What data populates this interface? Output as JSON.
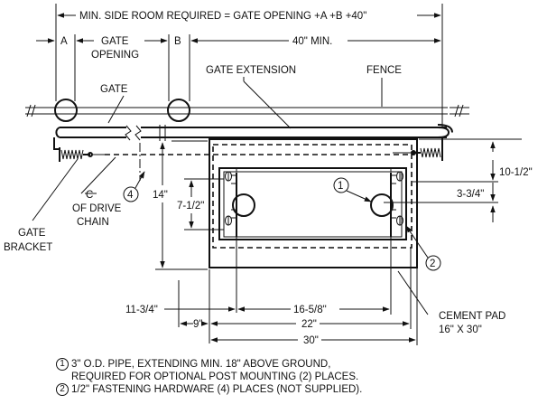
{
  "dimensions": {
    "side_room": "MIN. SIDE ROOM REQUIRED = GATE OPENING +A +B +40\"",
    "min_40": "40\" MIN.",
    "a": "A",
    "b": "B",
    "gate_opening_line1": "GATE",
    "gate_opening_line2": "OPENING",
    "ten_half": "10-1/2\"",
    "three_three_quarter": "3-3/4\"",
    "fourteen": "14\"",
    "seven_half": "7-1/2\"",
    "eleven_three_quarter": "11-3/4\"",
    "sixteen_five_eighth": "16-5/8\"",
    "nine": "9\"",
    "twenty_two": "22\"",
    "thirty": "30\""
  },
  "labels": {
    "gate": "GATE",
    "gate_extension": "GATE EXTENSION",
    "fence": "FENCE",
    "centerline_symbol": "C",
    "drive_chain_line1": "OF DRIVE",
    "drive_chain_line2": "CHAIN",
    "gate_bracket_line1": "GATE",
    "gate_bracket_line2": "BRACKET",
    "cement_pad_line1": "CEMENT PAD",
    "cement_pad_line2": "16\" X 30\""
  },
  "callouts": {
    "c1": "1",
    "c2": "2",
    "c4": "4"
  },
  "notes": [
    {
      "num": "1",
      "line1": "3\" O.D. PIPE, EXTENDING MIN. 18\" ABOVE GROUND,",
      "line2": "REQUIRED FOR OPTIONAL POST MOUNTING (2) PLACES."
    },
    {
      "num": "2",
      "line1": "1/2\" FASTENING HARDWARE (4) PLACES (NOT SUPPLIED).",
      "line2": ""
    }
  ]
}
